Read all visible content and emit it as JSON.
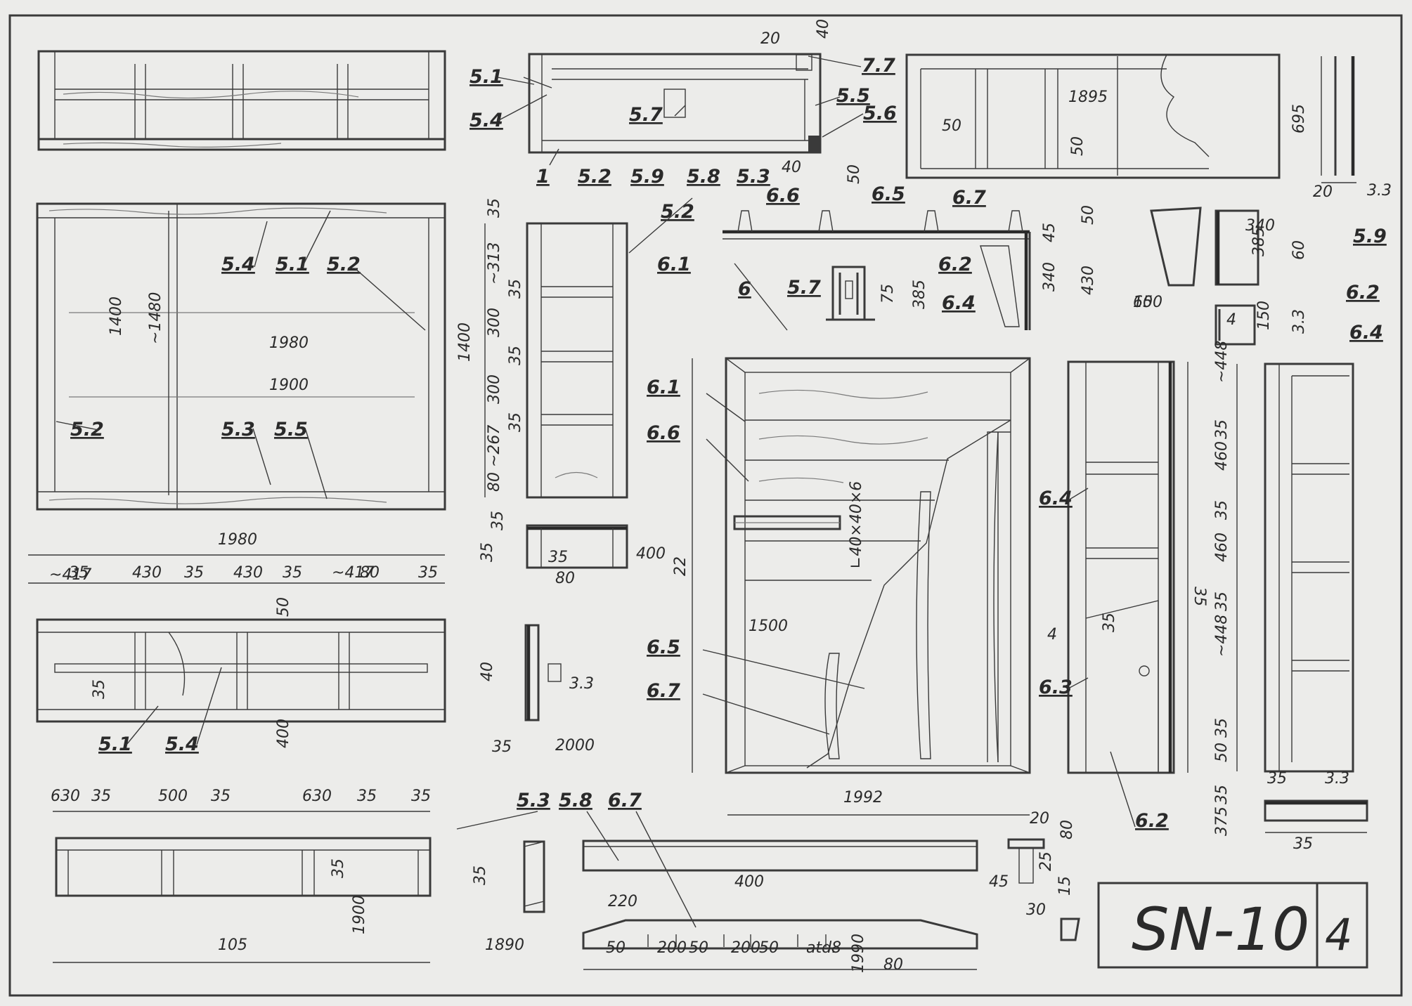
{
  "title_block": {
    "code": "SN-10",
    "sheet": "4"
  },
  "labels": [
    {
      "id": "a",
      "text": "5.1"
    },
    {
      "id": "b",
      "text": "5.4"
    },
    {
      "id": "c",
      "text": "5.7"
    },
    {
      "id": "d",
      "text": "7.7"
    },
    {
      "id": "e",
      "text": "5.5"
    },
    {
      "id": "f",
      "text": "5.6"
    },
    {
      "id": "g",
      "text": "1"
    },
    {
      "id": "h",
      "text": "5.2"
    },
    {
      "id": "i",
      "text": "5.9"
    },
    {
      "id": "j",
      "text": "5.8"
    },
    {
      "id": "k",
      "text": "5.3"
    },
    {
      "id": "l",
      "text": "5.4"
    },
    {
      "id": "m",
      "text": "5.1"
    },
    {
      "id": "n",
      "text": "5.2"
    },
    {
      "id": "o",
      "text": "5.2"
    },
    {
      "id": "p",
      "text": "5.3"
    },
    {
      "id": "q",
      "text": "5.5"
    },
    {
      "id": "r",
      "text": "5.2"
    },
    {
      "id": "s",
      "text": "6.6"
    },
    {
      "id": "t",
      "text": "6.5"
    },
    {
      "id": "u",
      "text": "6.7"
    },
    {
      "id": "v",
      "text": "6.1"
    },
    {
      "id": "w",
      "text": "6.2"
    },
    {
      "id": "x",
      "text": "6.4"
    },
    {
      "id": "y",
      "text": "5.7"
    },
    {
      "id": "z",
      "text": "6"
    },
    {
      "id": "aa",
      "text": "5.9"
    },
    {
      "id": "ab",
      "text": "6.2"
    },
    {
      "id": "ac",
      "text": "6.4"
    },
    {
      "id": "ad",
      "text": "6.1"
    },
    {
      "id": "ae",
      "text": "6.6"
    },
    {
      "id": "af",
      "text": "6.4"
    },
    {
      "id": "ag",
      "text": "6.5"
    },
    {
      "id": "ah",
      "text": "6.7"
    },
    {
      "id": "ai",
      "text": "6.3"
    },
    {
      "id": "aj",
      "text": "6.2"
    },
    {
      "id": "ak",
      "text": "5.1"
    },
    {
      "id": "al",
      "text": "5.4"
    },
    {
      "id": "am",
      "text": "5.3"
    },
    {
      "id": "an",
      "text": "5.8"
    },
    {
      "id": "ao",
      "text": "6.7"
    }
  ],
  "dims": [
    {
      "id": "d1",
      "text": "20"
    },
    {
      "id": "d2",
      "text": "40"
    },
    {
      "id": "d3",
      "text": "40"
    },
    {
      "id": "d4",
      "text": "50"
    },
    {
      "id": "d5",
      "text": "1895"
    },
    {
      "id": "d6",
      "text": "50"
    },
    {
      "id": "d7",
      "text": "50"
    },
    {
      "id": "d8",
      "text": "695"
    },
    {
      "id": "d9",
      "text": "20"
    },
    {
      "id": "d10",
      "text": "3.3"
    },
    {
      "id": "d11",
      "text": "35"
    },
    {
      "id": "d12",
      "text": "~313"
    },
    {
      "id": "d13",
      "text": "35"
    },
    {
      "id": "d14",
      "text": "300"
    },
    {
      "id": "d15",
      "text": "35"
    },
    {
      "id": "d16",
      "text": "300"
    },
    {
      "id": "d17",
      "text": "35"
    },
    {
      "id": "d18",
      "text": "80 ~267"
    },
    {
      "id": "d19",
      "text": "1400"
    },
    {
      "id": "d20",
      "text": "1400"
    },
    {
      "id": "d21",
      "text": "~1480"
    },
    {
      "id": "d22",
      "text": "1980"
    },
    {
      "id": "d23",
      "text": "1900"
    },
    {
      "id": "d24",
      "text": "1980"
    },
    {
      "id": "d25",
      "text": "50"
    },
    {
      "id": "d26",
      "text": "45"
    },
    {
      "id": "d27",
      "text": "340"
    },
    {
      "id": "d28",
      "text": "430"
    },
    {
      "id": "d29",
      "text": "385"
    },
    {
      "id": "d30",
      "text": "75"
    },
    {
      "id": "d31",
      "text": "60"
    },
    {
      "id": "d32",
      "text": "340"
    },
    {
      "id": "d33",
      "text": "385"
    },
    {
      "id": "d34",
      "text": "60"
    },
    {
      "id": "d35",
      "text": "150"
    },
    {
      "id": "d36",
      "text": "4"
    },
    {
      "id": "d37",
      "text": "150"
    },
    {
      "id": "d38",
      "text": "3.3"
    },
    {
      "id": "d39",
      "text": "35"
    },
    {
      "id": "d40",
      "text": "35"
    },
    {
      "id": "d41",
      "text": "35"
    },
    {
      "id": "d42",
      "text": "400"
    },
    {
      "id": "d43",
      "text": "80"
    },
    {
      "id": "d44",
      "text": "~417"
    },
    {
      "id": "d45",
      "text": "35"
    },
    {
      "id": "d46",
      "text": "430"
    },
    {
      "id": "d47",
      "text": "35"
    },
    {
      "id": "d48",
      "text": "430"
    },
    {
      "id": "d49",
      "text": "35"
    },
    {
      "id": "d50",
      "text": "~417"
    },
    {
      "id": "d51",
      "text": "80"
    },
    {
      "id": "d52",
      "text": "35"
    },
    {
      "id": "d53",
      "text": "50"
    },
    {
      "id": "d54",
      "text": "35"
    },
    {
      "id": "d55",
      "text": "400"
    },
    {
      "id": "d56",
      "text": "40"
    },
    {
      "id": "d57",
      "text": "3.3"
    },
    {
      "id": "d58",
      "text": "35"
    },
    {
      "id": "d59",
      "text": "2000"
    },
    {
      "id": "d60",
      "text": "22"
    },
    {
      "id": "d61",
      "text": "∟40×40×6"
    },
    {
      "id": "d62",
      "text": "1500"
    },
    {
      "id": "d63",
      "text": "1992"
    },
    {
      "id": "d64",
      "text": "35"
    },
    {
      "id": "d65",
      "text": "4"
    },
    {
      "id": "d66",
      "text": "35"
    },
    {
      "id": "d67",
      "text": "~448"
    },
    {
      "id": "d68",
      "text": "35"
    },
    {
      "id": "d69",
      "text": "460"
    },
    {
      "id": "d70",
      "text": "35"
    },
    {
      "id": "d71",
      "text": "460"
    },
    {
      "id": "d72",
      "text": "35"
    },
    {
      "id": "d73",
      "text": "~448"
    },
    {
      "id": "d74",
      "text": "35"
    },
    {
      "id": "d75",
      "text": "50"
    },
    {
      "id": "d76",
      "text": "35"
    },
    {
      "id": "d77",
      "text": "3.3"
    },
    {
      "id": "d78",
      "text": "35"
    },
    {
      "id": "d79",
      "text": "375"
    },
    {
      "id": "d80",
      "text": "35"
    },
    {
      "id": "d81",
      "text": "630"
    },
    {
      "id": "d82",
      "text": "35"
    },
    {
      "id": "d83",
      "text": "500"
    },
    {
      "id": "d84",
      "text": "35"
    },
    {
      "id": "d85",
      "text": "630"
    },
    {
      "id": "d86",
      "text": "35"
    },
    {
      "id": "d87",
      "text": "35"
    },
    {
      "id": "d88",
      "text": "35"
    },
    {
      "id": "d89",
      "text": "1900"
    },
    {
      "id": "d90",
      "text": "105"
    },
    {
      "id": "d91",
      "text": "35"
    },
    {
      "id": "d92",
      "text": "1890"
    },
    {
      "id": "d93",
      "text": "400"
    },
    {
      "id": "d94",
      "text": "220"
    },
    {
      "id": "d95",
      "text": "50"
    },
    {
      "id": "d96",
      "text": "200"
    },
    {
      "id": "d97",
      "text": "50"
    },
    {
      "id": "d98",
      "text": "200"
    },
    {
      "id": "d99",
      "text": "50"
    },
    {
      "id": "d100",
      "text": "atd."
    },
    {
      "id": "d101",
      "text": "8"
    },
    {
      "id": "d102",
      "text": "1990"
    },
    {
      "id": "d103",
      "text": "80"
    },
    {
      "id": "d104",
      "text": "20"
    },
    {
      "id": "d105",
      "text": "80"
    },
    {
      "id": "d106",
      "text": "25"
    },
    {
      "id": "d107",
      "text": "45"
    },
    {
      "id": "d108",
      "text": "15"
    },
    {
      "id": "d109",
      "text": "30"
    }
  ]
}
